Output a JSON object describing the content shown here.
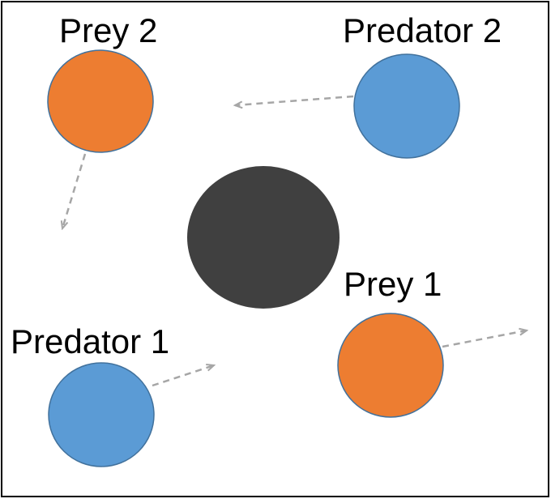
{
  "agents": [
    {
      "id": "prey-2",
      "label": "Prey 2",
      "role": "prey"
    },
    {
      "id": "predator-2",
      "label": "Predator 2",
      "role": "predator"
    },
    {
      "id": "prey-1",
      "label": "Prey 1",
      "role": "prey"
    },
    {
      "id": "predator-1",
      "label": "Predator 1",
      "role": "predator"
    }
  ],
  "obstacle": {
    "kind": "landmark"
  },
  "colors": {
    "predator_fill": "#5b9bd5",
    "prey_fill": "#ed7d31",
    "circle_stroke": "#41719c",
    "obstacle_fill": "#404040",
    "arrow": "#a6a6a6",
    "frame": "#000000"
  }
}
